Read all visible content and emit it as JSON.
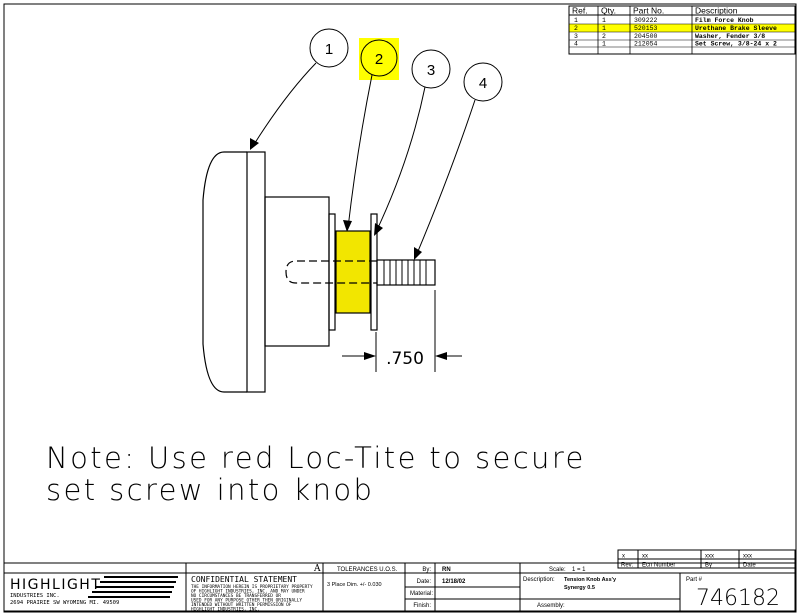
{
  "bom": {
    "headers": [
      "Ref.",
      "Qty.",
      "Part No.",
      "Description"
    ],
    "rows": [
      {
        "ref": "1",
        "qty": "1",
        "part": "309222",
        "desc": "Film Force Knob",
        "highlight": false
      },
      {
        "ref": "2",
        "qty": "1",
        "part": "520153",
        "desc": "Urethane Brake Sleeve",
        "highlight": true
      },
      {
        "ref": "3",
        "qty": "2",
        "part": "204500",
        "desc": "Washer, Fender 3/8",
        "highlight": false
      },
      {
        "ref": "4",
        "qty": "1",
        "part": "212054",
        "desc": "Set Screw, 3/8-24 x 2",
        "highlight": false
      }
    ]
  },
  "balloons": [
    "1",
    "2",
    "3",
    "4"
  ],
  "dimension": ".750",
  "note": {
    "line1": "Note: Use red Loc-Tite to secure",
    "line2": "set screw into knob"
  },
  "revision_block": {
    "row1": [
      "x",
      "xx",
      "xxx",
      "xxx"
    ],
    "row2": [
      "Rev:",
      "Ecn Number",
      "By",
      "Date"
    ]
  },
  "title_block": {
    "company_line1": "HIGHLIGHT",
    "company_line2": "INDUSTRIES INC.",
    "company_address": "2694 PRAIRIE SW   WYOMING MI. 49509",
    "confidential_title": "CONFIDENTIAL STATEMENT",
    "confidential_lines": [
      "THE INFORMATION HEREIN IS PROPRIETARY PROPERTY",
      "OF HIGHLIGHT INDUSTRIES, INC. AND MAY UNDER",
      "NO CIRCUMSTANCES BE TRANSFERRED OR",
      "USED FOR ANY PURPOSE OTHER THEN ORIGINALLY",
      "INTENDED WITHOUT WRITTEN PERMISSION OF",
      "HIGHLIGHT INDUSTRIES, INC."
    ],
    "sheet_size": "A",
    "tolerances_label": "TOLERANCES U.O.S.",
    "three_place": "3 Place Dim.  +/-  0.030",
    "by_label": "By:",
    "by_value": "RN",
    "date_label": "Date:",
    "date_value": "12/18/02",
    "material_label": "Material:",
    "finish_label": "Finish:",
    "scale_label": "Scale:",
    "scale_value": "1 = 1",
    "description_label": "Description:",
    "description_value_line1": "Tension Knob Ass'y",
    "description_value_line2": "Synergy 0.5",
    "assembly_label": "Assembly:",
    "part_label": "Part #",
    "part_number": "746182"
  },
  "colors": {
    "highlight": "#ffff00",
    "sleeve_fill": "#f2e600",
    "line": "#000000"
  }
}
